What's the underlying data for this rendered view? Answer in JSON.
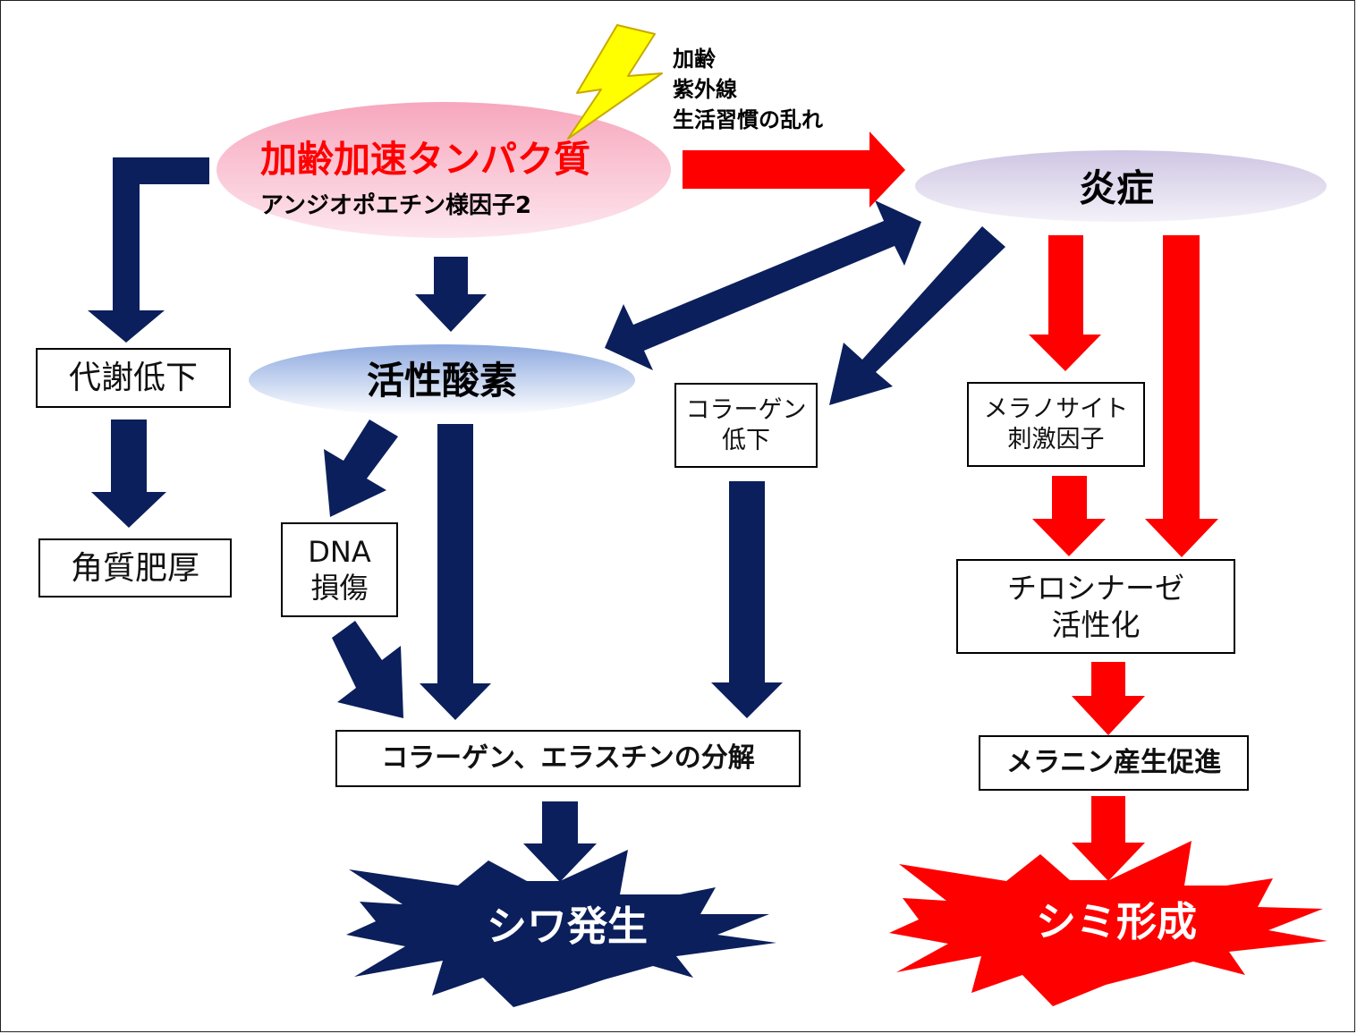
{
  "colors": {
    "navy": "#0b1f5c",
    "red": "#ff0000",
    "pink": "#f9a8c0",
    "lavender": "#ddd6ec",
    "blue": "#9fb6e6",
    "yellow": "#ffff00"
  },
  "triggers": [
    "加齢",
    "紫外線",
    "生活習慣の乱れ"
  ],
  "protein": {
    "title": "加齢加速タンパク質",
    "subtitle": "アンジオポエチン様因子2"
  },
  "inflammation": "炎症",
  "ros": "活性酸素",
  "boxes": {
    "metabolism": "代謝低下",
    "keratin": "角質肥厚",
    "dna": [
      "DNA",
      "損傷"
    ],
    "collagen_down": [
      "コラーゲン",
      "低下"
    ],
    "melanocyte": [
      "メラノサイト",
      "刺激因子"
    ],
    "tyrosinase": [
      "チロシナーゼ",
      "活性化"
    ],
    "breakdown": "コラーゲン、エラスチンの分解",
    "melanin": "メラニン産生促進"
  },
  "outcomes": {
    "wrinkle": "シワ発生",
    "spot": "シミ形成"
  }
}
